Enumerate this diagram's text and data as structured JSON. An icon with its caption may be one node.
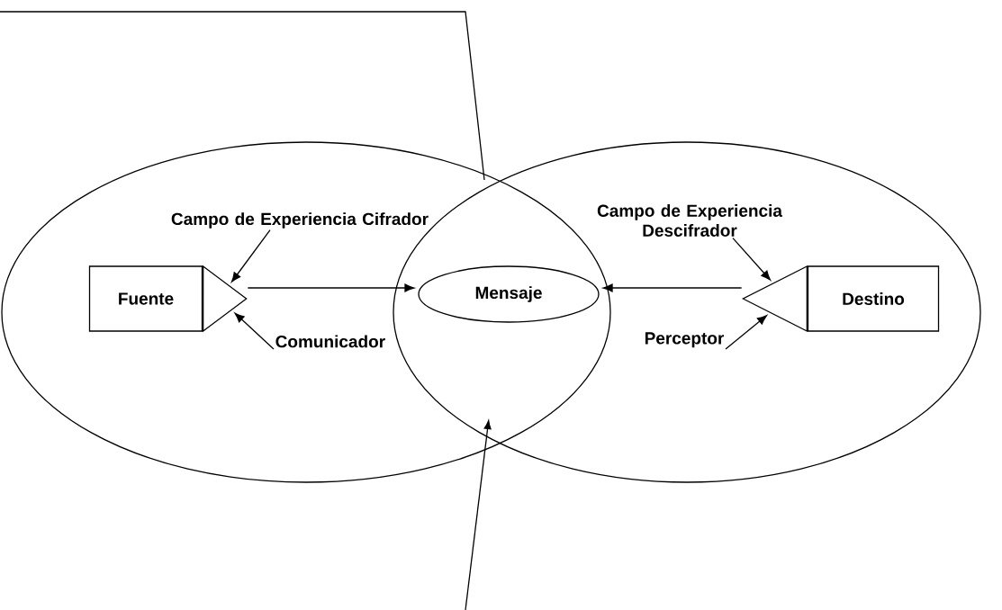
{
  "diagram": {
    "nodes": [
      {
        "text": [],
        "shape": "circle"
      },
      {
        "text": [],
        "shape": "circle"
      },
      {
        "text": [
          "Fuente"
        ],
        "in": 0
      },
      {
        "text": [],
        "shape": "triangle",
        "in": 0
      },
      {
        "text": [
          "Mensaje"
        ]
      },
      {
        "text": [
          "Destino"
        ],
        "in": 1
      },
      {
        "text": [],
        "shape": "triangle",
        "in": 1
      },
      {
        "text": [
          "Campo de Experiencia Cifrador"
        ],
        "in": 0
      },
      {
        "text": [
          "Comunicador"
        ],
        "in": 0
      },
      {
        "text": [
          "Campo de Experiencia Descifrador"
        ],
        "in": 1
      },
      {
        "text": [
          "Perceptor"
        ],
        "in": 1
      }
    ],
    "edges": [
      {
        "from": 3,
        "to": 4,
        "arrow": "to"
      },
      {
        "from": 6,
        "to": 4,
        "arrow": "to"
      },
      {
        "from": 7,
        "to": 3,
        "arrow": "to"
      },
      {
        "from": 8,
        "to": 3,
        "arrow": "to"
      },
      {
        "from": 9,
        "to": 6,
        "arrow": "to"
      },
      {
        "from": 10,
        "to": 6,
        "arrow": "to"
      }
    ]
  }
}
